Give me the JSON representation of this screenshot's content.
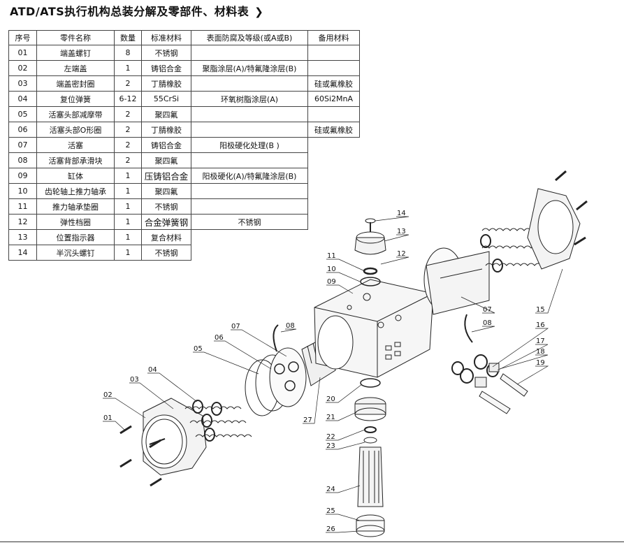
{
  "title": "ATD/ATS执行机构总装分解及零部件、材料表",
  "title_arrow": "❯",
  "table": {
    "headers": [
      "序号",
      "零件名称",
      "数量",
      "标准材料",
      "表面防腐及等级(或A或B)",
      "备用材料"
    ],
    "rows": [
      [
        "01",
        "端盖螺钉",
        "8",
        "不锈钢",
        "",
        ""
      ],
      [
        "02",
        "左端盖",
        "1",
        "铸铝合金",
        "聚脂涂层(A)/特氟隆涂层(B)",
        ""
      ],
      [
        "03",
        "端盖密封圈",
        "2",
        "丁腈橡胶",
        "",
        "硅或氟橡胶"
      ],
      [
        "04",
        "复位弹簧",
        "6-12",
        "55CrSi",
        "环氧树脂涂层(A)",
        "60Si2MnA"
      ],
      [
        "05",
        "活塞头部减摩带",
        "2",
        "聚四氟",
        "",
        ""
      ],
      [
        "06",
        "活塞头部O形圈",
        "2",
        "丁腈橡胶",
        "",
        "硅或氟橡胶"
      ],
      [
        "07",
        "活塞",
        "2",
        "铸铝合金",
        "阳极硬化处理(B )",
        ""
      ],
      [
        "08",
        "活塞背部承滑块",
        "2",
        "聚四氟",
        "",
        ""
      ],
      [
        "09",
        "缸体",
        "1",
        "压铸铝合金",
        "阳极硬化(A)/特氟隆涂层(B)",
        ""
      ],
      [
        "10",
        "齿轮轴上推力轴承",
        "1",
        "聚四氟",
        "",
        ""
      ],
      [
        "11",
        "推力轴承垫圈",
        "1",
        "不锈钢",
        "",
        ""
      ],
      [
        "12",
        "弹性档圈",
        "1",
        "合金弹簧钢",
        "不锈钢",
        ""
      ],
      [
        "13",
        "位置指示器",
        "1",
        "复合材料",
        "",
        ""
      ],
      [
        "14",
        "半沉头螺钉",
        "1",
        "不锈钢",
        "",
        ""
      ]
    ]
  },
  "callouts": {
    "c01": "01",
    "c02": "02",
    "c03": "03",
    "c04": "04",
    "c05": "05",
    "c06": "06",
    "c07a": "07",
    "c07b": "07",
    "c08a": "08",
    "c08b": "08",
    "c09": "09",
    "c10": "10",
    "c11": "11",
    "c12": "12",
    "c13": "13",
    "c14": "14",
    "c15": "15",
    "c16": "16",
    "c17": "17",
    "c18": "18",
    "c19": "19",
    "c20": "20",
    "c21": "21",
    "c22": "22",
    "c23": "23",
    "c24": "24",
    "c25": "25",
    "c26": "26",
    "c27": "27"
  }
}
